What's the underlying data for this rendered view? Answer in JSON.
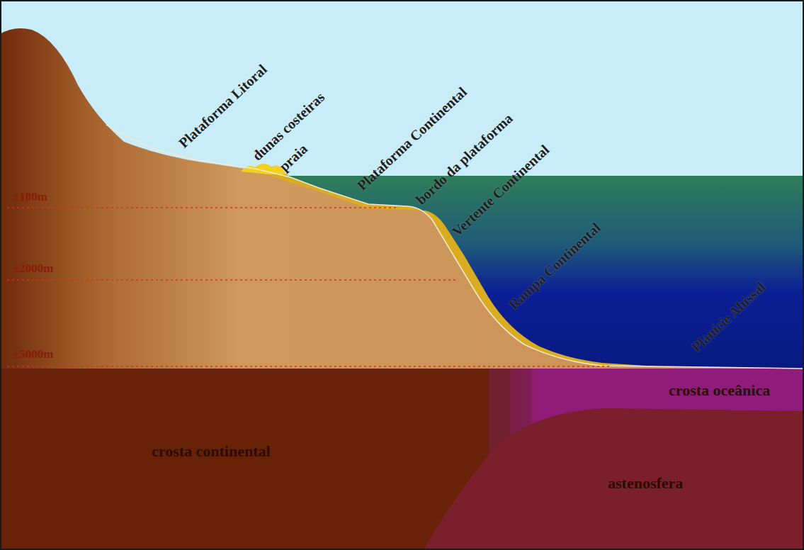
{
  "diagram": {
    "labels": [
      "Plataforma Litoral",
      "dunas costeiras",
      "praia",
      "Plataforma Continental",
      "bordo da plataforma",
      "Vertente Continental",
      "Rampa Continental",
      "Planície Abissal",
      "±180m",
      "±2000m",
      "±5000m",
      "crosta continental",
      "crosta oceânica",
      "astenosfera"
    ]
  }
}
